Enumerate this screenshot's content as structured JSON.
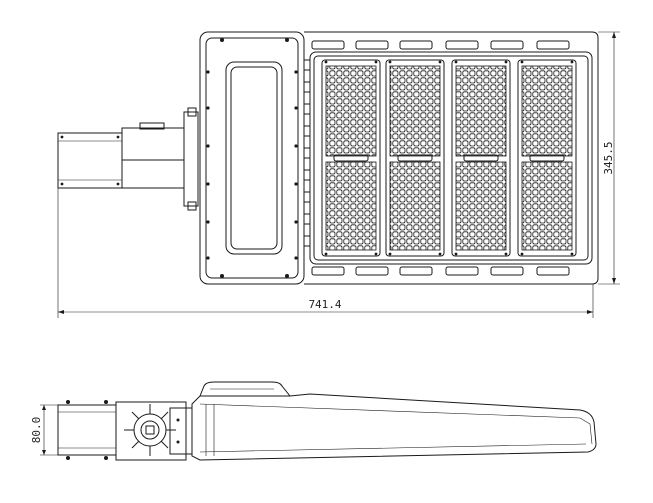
{
  "dimensions": {
    "overall_length": "741.4",
    "body_width": "345.5",
    "side_height": "80.0"
  },
  "views": {
    "top_view": {
      "led_module_count": 4,
      "vent_slots_per_row": 6
    },
    "side_view": {}
  }
}
